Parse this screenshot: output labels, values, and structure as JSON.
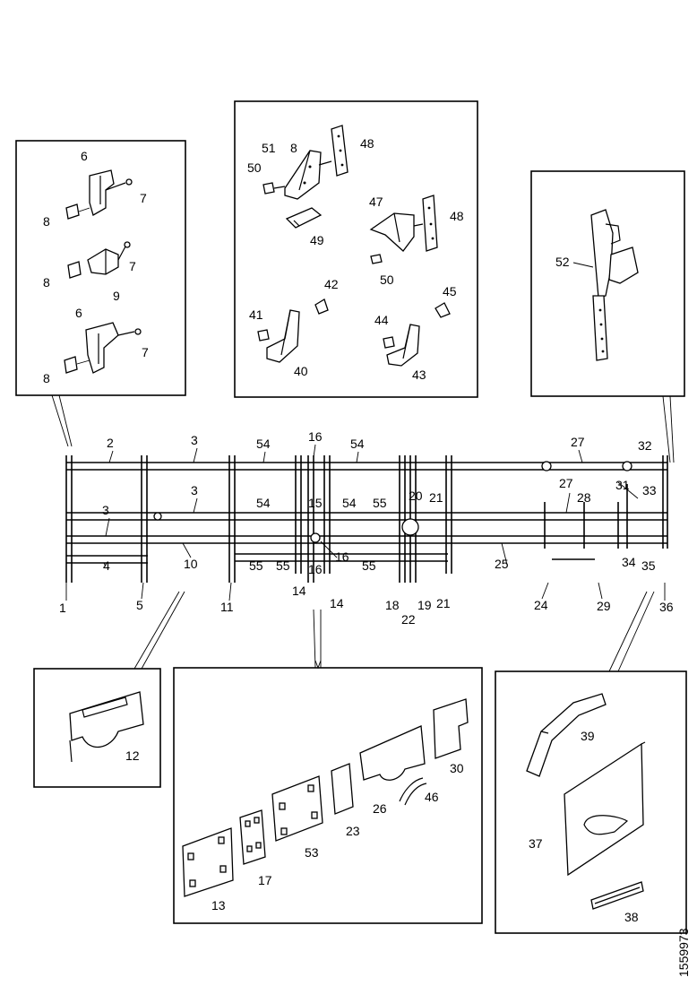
{
  "document_id": "1559973",
  "boxes": {
    "top_left": {
      "callouts": [
        {
          "id": "tl-6a",
          "text": "6"
        },
        {
          "id": "tl-7a",
          "text": "7"
        },
        {
          "id": "tl-8a",
          "text": "8"
        },
        {
          "id": "tl-8b",
          "text": "8"
        },
        {
          "id": "tl-7b",
          "text": "7"
        },
        {
          "id": "tl-9",
          "text": "9"
        },
        {
          "id": "tl-6b",
          "text": "6"
        },
        {
          "id": "tl-7c",
          "text": "7"
        },
        {
          "id": "tl-8c",
          "text": "8"
        }
      ]
    },
    "top_center": {
      "callouts": [
        {
          "id": "tc-51",
          "text": "51"
        },
        {
          "id": "tc-8",
          "text": "8"
        },
        {
          "id": "tc-48a",
          "text": "48"
        },
        {
          "id": "tc-50a",
          "text": "50"
        },
        {
          "id": "tc-47",
          "text": "47"
        },
        {
          "id": "tc-48b",
          "text": "48"
        },
        {
          "id": "tc-49",
          "text": "49"
        },
        {
          "id": "tc-50b",
          "text": "50"
        },
        {
          "id": "tc-42",
          "text": "42"
        },
        {
          "id": "tc-45",
          "text": "45"
        },
        {
          "id": "tc-41",
          "text": "41"
        },
        {
          "id": "tc-44",
          "text": "44"
        },
        {
          "id": "tc-40",
          "text": "40"
        },
        {
          "id": "tc-43",
          "text": "43"
        }
      ]
    },
    "top_right": {
      "callouts": [
        {
          "id": "tr-52",
          "text": "52"
        }
      ]
    },
    "bottom_left": {
      "callouts": [
        {
          "id": "bl-12",
          "text": "12"
        }
      ]
    },
    "bottom_center": {
      "callouts": [
        {
          "id": "bc-30",
          "text": "30"
        },
        {
          "id": "bc-46",
          "text": "46"
        },
        {
          "id": "bc-26",
          "text": "26"
        },
        {
          "id": "bc-23",
          "text": "23"
        },
        {
          "id": "bc-53",
          "text": "53"
        },
        {
          "id": "bc-17",
          "text": "17"
        },
        {
          "id": "bc-13",
          "text": "13"
        }
      ]
    },
    "bottom_right": {
      "callouts": [
        {
          "id": "br-39",
          "text": "39"
        },
        {
          "id": "br-37",
          "text": "37"
        },
        {
          "id": "br-38",
          "text": "38"
        }
      ]
    }
  },
  "frame": {
    "callouts": [
      {
        "id": "f-2",
        "text": "2"
      },
      {
        "id": "f-3a",
        "text": "3"
      },
      {
        "id": "f-54a",
        "text": "54"
      },
      {
        "id": "f-16a",
        "text": "16"
      },
      {
        "id": "f-54b",
        "text": "54"
      },
      {
        "id": "f-27a",
        "text": "27"
      },
      {
        "id": "f-32",
        "text": "32"
      },
      {
        "id": "f-3b",
        "text": "3"
      },
      {
        "id": "f-54c",
        "text": "54"
      },
      {
        "id": "f-15",
        "text": "15"
      },
      {
        "id": "f-54d",
        "text": "54"
      },
      {
        "id": "f-55a",
        "text": "55"
      },
      {
        "id": "f-20",
        "text": "20"
      },
      {
        "id": "f-21a",
        "text": "21"
      },
      {
        "id": "f-27b",
        "text": "27"
      },
      {
        "id": "f-28a",
        "text": "28"
      },
      {
        "id": "f-31",
        "text": "31"
      },
      {
        "id": "f-33",
        "text": "33"
      },
      {
        "id": "f-3c",
        "text": "3"
      },
      {
        "id": "f-10",
        "text": "10"
      },
      {
        "id": "f-55b",
        "text": "55"
      },
      {
        "id": "f-55c",
        "text": "55"
      },
      {
        "id": "f-16b",
        "text": "16"
      },
      {
        "id": "f-55d",
        "text": "55"
      },
      {
        "id": "f-25",
        "text": "25"
      },
      {
        "id": "f-34",
        "text": "34"
      },
      {
        "id": "f-35",
        "text": "35"
      },
      {
        "id": "f-4",
        "text": "4"
      },
      {
        "id": "f-16c",
        "text": "16"
      },
      {
        "id": "f-14a",
        "text": "14"
      },
      {
        "id": "f-14b",
        "text": "14"
      },
      {
        "id": "f-18",
        "text": "18"
      },
      {
        "id": "f-21b",
        "text": "21"
      },
      {
        "id": "f-1",
        "text": "1"
      },
      {
        "id": "f-5",
        "text": "5"
      },
      {
        "id": "f-11",
        "text": "11"
      },
      {
        "id": "f-22",
        "text": "22"
      },
      {
        "id": "f-19",
        "text": "19"
      },
      {
        "id": "f-24",
        "text": "24"
      },
      {
        "id": "f-29",
        "text": "29"
      },
      {
        "id": "f-36",
        "text": "36"
      }
    ]
  }
}
